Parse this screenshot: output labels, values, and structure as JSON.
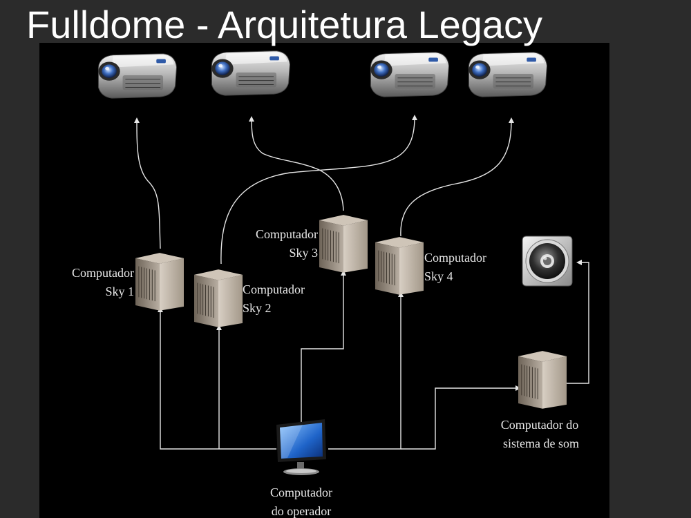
{
  "slide": {
    "title": "Fulldome - Arquitetura Legacy"
  },
  "colors": {
    "slide_background": "#2b2b2b",
    "diagram_background": "#000000",
    "title_text": "#ffffff",
    "label_text": "#e8e8e8",
    "connector_lines": "#e6e6e6"
  },
  "diagram": {
    "projectors": [
      {
        "icon": "projector-icon"
      },
      {
        "icon": "projector-icon"
      },
      {
        "icon": "projector-icon"
      },
      {
        "icon": "projector-icon"
      }
    ],
    "computers": [
      {
        "line1": "Computador",
        "line2": "Sky 1",
        "icon": "tower-computer-icon"
      },
      {
        "line1": "Computador",
        "line2": "Sky 2",
        "icon": "tower-computer-icon"
      },
      {
        "line1": "Computador",
        "line2": "Sky 3",
        "icon": "tower-computer-icon"
      },
      {
        "line1": "Computador",
        "line2": "Sky 4",
        "icon": "tower-computer-icon"
      }
    ],
    "sound_computer": {
      "line1": "Computador do",
      "line2": "sistema de som",
      "icon": "tower-computer-icon"
    },
    "speaker": {
      "icon": "speaker-icon"
    },
    "operator": {
      "line1": "Computador",
      "line2": "do operador",
      "icon": "monitor-icon"
    }
  }
}
